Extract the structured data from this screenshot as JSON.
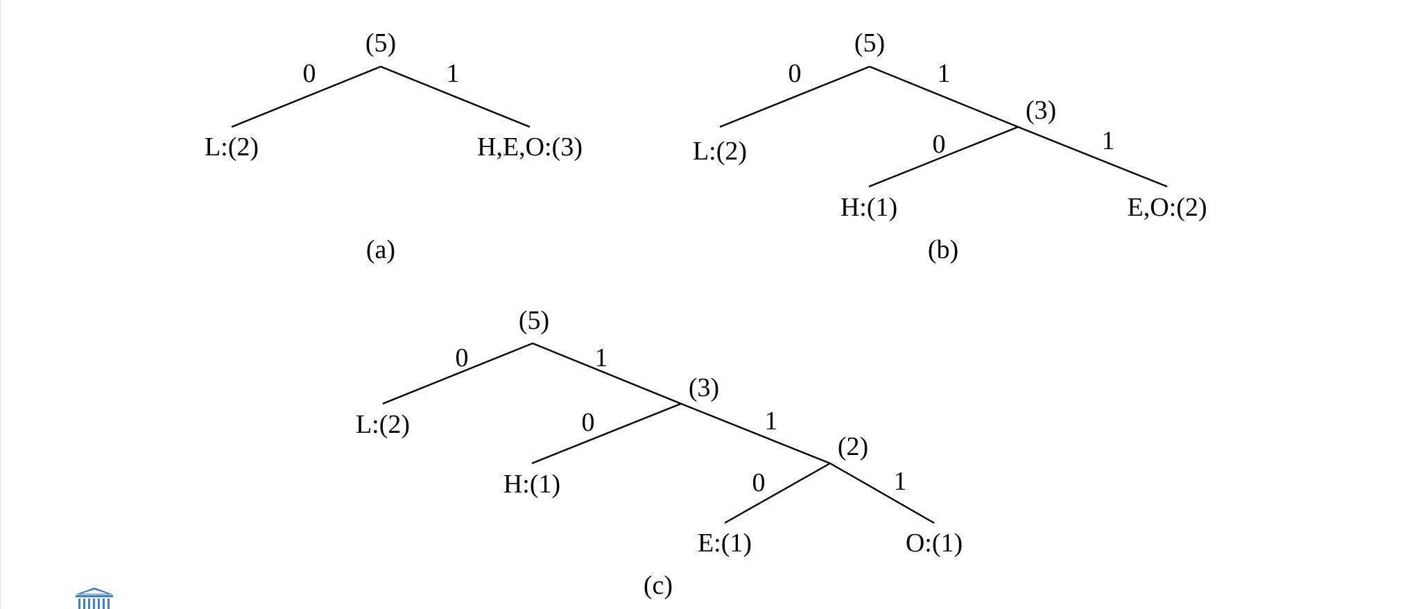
{
  "colors": {
    "ink": "#000000",
    "background": "#ffffff",
    "icon": "#3b7dd8"
  },
  "icon": "institution-icon",
  "trees": [
    {
      "caption": "(a)",
      "root": "(5)",
      "left_edge_label": "0",
      "right_edge_label": "1",
      "leaf_left": "L:(2)",
      "leaf_right": "H,E,O:(3)"
    },
    {
      "caption": "(b)",
      "root": "(5)",
      "edge_0": "0",
      "edge_1": "1",
      "leaf_l": "L:(2)",
      "inner": "(3)",
      "inner_edge_0": "0",
      "inner_edge_1": "1",
      "leaf_h": "H:(1)",
      "leaf_eo": "E,O:(2)"
    },
    {
      "caption": "(c)",
      "root": "(5)",
      "edge_0": "0",
      "edge_1": "1",
      "leaf_l": "L:(2)",
      "inner_3": "(3)",
      "inner_3_edge_0": "0",
      "inner_3_edge_1": "1",
      "leaf_h": "H:(1)",
      "inner_2": "(2)",
      "inner_2_edge_0": "0",
      "inner_2_edge_1": "1",
      "leaf_e": "E:(1)",
      "leaf_o": "O:(1)"
    }
  ]
}
